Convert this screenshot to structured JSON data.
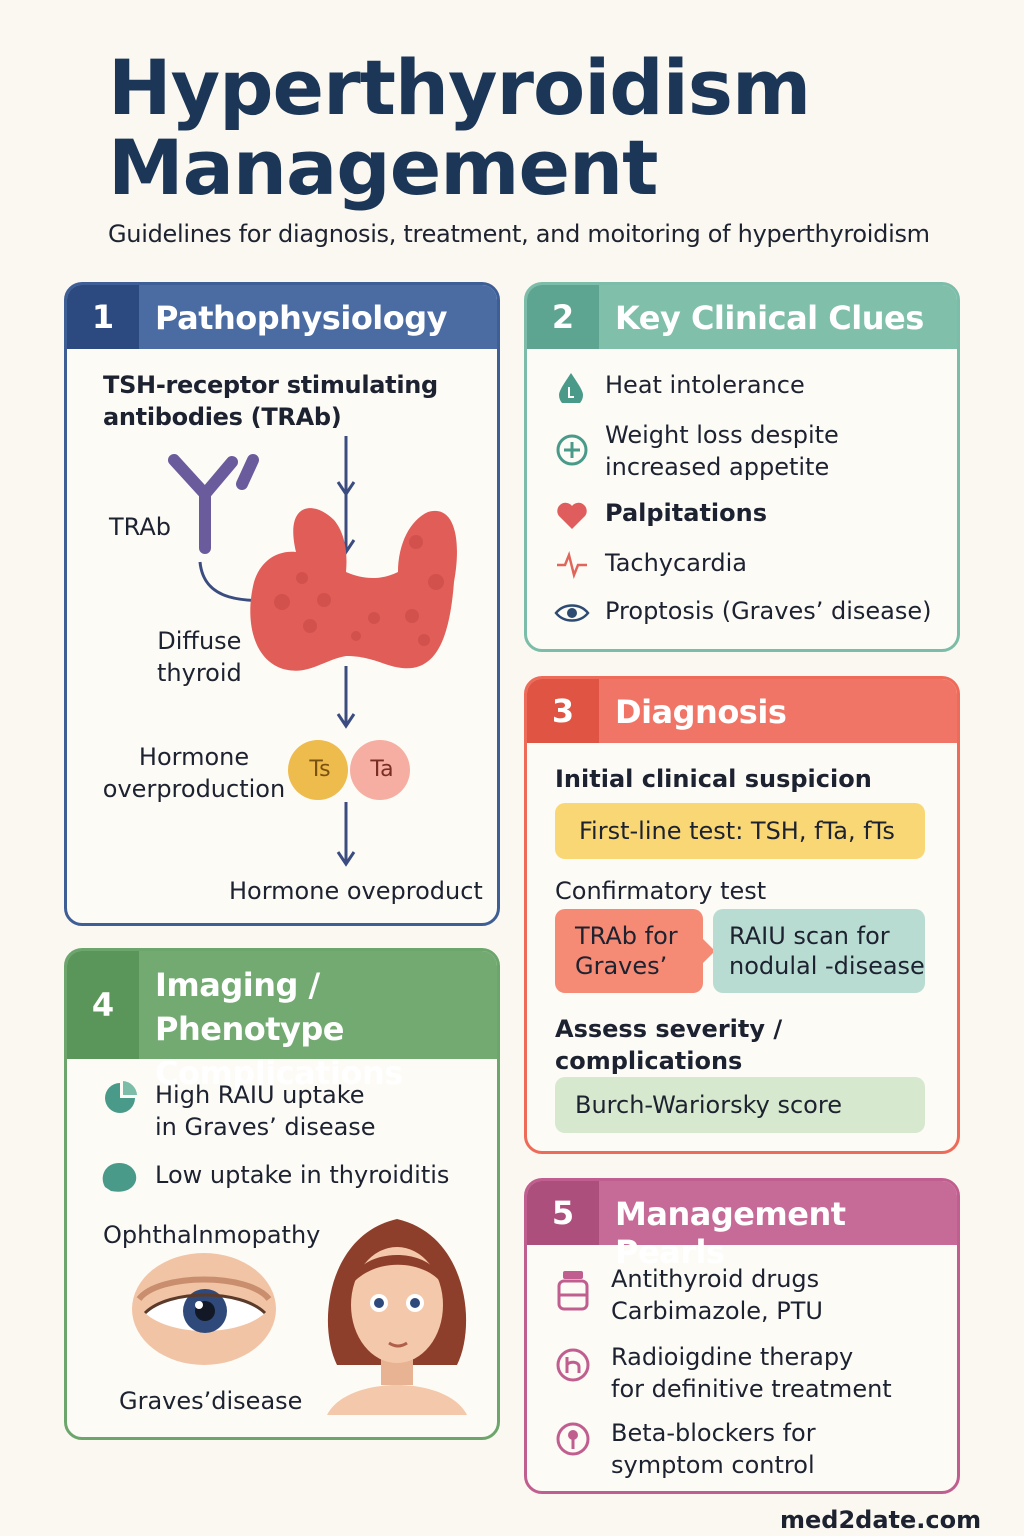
{
  "header": {
    "title_line1": "Hyperthyroidism",
    "title_line2": "Management",
    "subtitle": "Guidelines for diagnosis, treatment, and moitoring of hyperthyroidism"
  },
  "colors": {
    "patho": "#3e5e96",
    "clues": "#7bbda9",
    "diagnosis": "#ee6b5a",
    "imaging": "#6da66d",
    "management": "#c05f8f"
  },
  "patho": {
    "num": "1",
    "title": "Pathophysiology",
    "intro_line1": "TSH-receptor stimulating",
    "intro_line2": "antibodies (TRAb)",
    "trab_label": "TRAb",
    "diffuse_line1": "Diffuse",
    "diffuse_line2": "thyroid",
    "hormone_line1": "Hormone",
    "hormone_line2": "overproduction",
    "t3_label": "Ts",
    "t4_label": "Ta",
    "bottom_label": "Hormone oveproduct"
  },
  "clues": {
    "num": "2",
    "title": "Key Clinical Clues",
    "items": [
      {
        "icon": "drop-icon",
        "line1": "Heat intolerance",
        "line2": ""
      },
      {
        "icon": "plus-circle-icon",
        "line1": "Weight loss despite",
        "line2": "increased appetite"
      },
      {
        "icon": "heart-icon",
        "line1": "Palpitations",
        "line2": ""
      },
      {
        "icon": "pulse-icon",
        "line1": "Tachycardia",
        "line2": ""
      },
      {
        "icon": "eye-icon",
        "line1": "Proptosis (Graves’ disease)",
        "line2": ""
      }
    ]
  },
  "diagnosis": {
    "num": "3",
    "title": "Diagnosis",
    "initial": "Initial clinical suspicion",
    "first_line": "First-line test: TSH, fTa, fTs",
    "confirm": "Confirmatory test",
    "trab_line1": "TRAb for",
    "trab_line2": "Graves’",
    "raiu_line1": "RAIU scan for",
    "raiu_line2": "nodulal -disease",
    "assess_line1": "Assess severity /",
    "assess_line2": "complications",
    "score": "Burch-Wariorsky score"
  },
  "imaging": {
    "num": "4",
    "title_line1": "Imaging / Phenotype",
    "title_line2": "Complications",
    "high_line1": "High RAIU uptake",
    "high_line2": "in Graves’ disease",
    "low": "Low uptake in thyroiditis",
    "ophth": "Ophthalnmopathy",
    "graves": "Graves’disease"
  },
  "management": {
    "num": "5",
    "title": "Management Pearls",
    "items": [
      {
        "icon": "pill-bottle-icon",
        "line1": "Antithyroid drugs",
        "line2": "Carbimazole, PTU"
      },
      {
        "icon": "radiation-icon",
        "line1": "Radioigdine therapy",
        "line2": "for definitive treatment"
      },
      {
        "icon": "beta-blocker-icon",
        "line1": "Beta-blockers for",
        "line2": "symptom control"
      }
    ]
  },
  "footer": "med2date.com"
}
